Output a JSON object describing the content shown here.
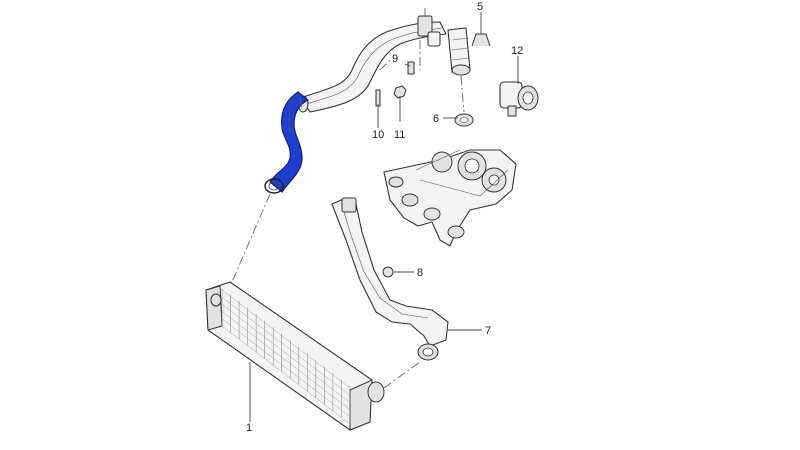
{
  "callouts": {
    "c1": "1",
    "c5": "5",
    "c6": "6",
    "c7": "7",
    "c8": "8",
    "c9": "9",
    "c10": "10",
    "c11": "11",
    "c12": "12"
  },
  "colors": {
    "highlight_hose": "#1f3fd1",
    "line": "#333333",
    "part_fill": "#f4f4f4"
  }
}
